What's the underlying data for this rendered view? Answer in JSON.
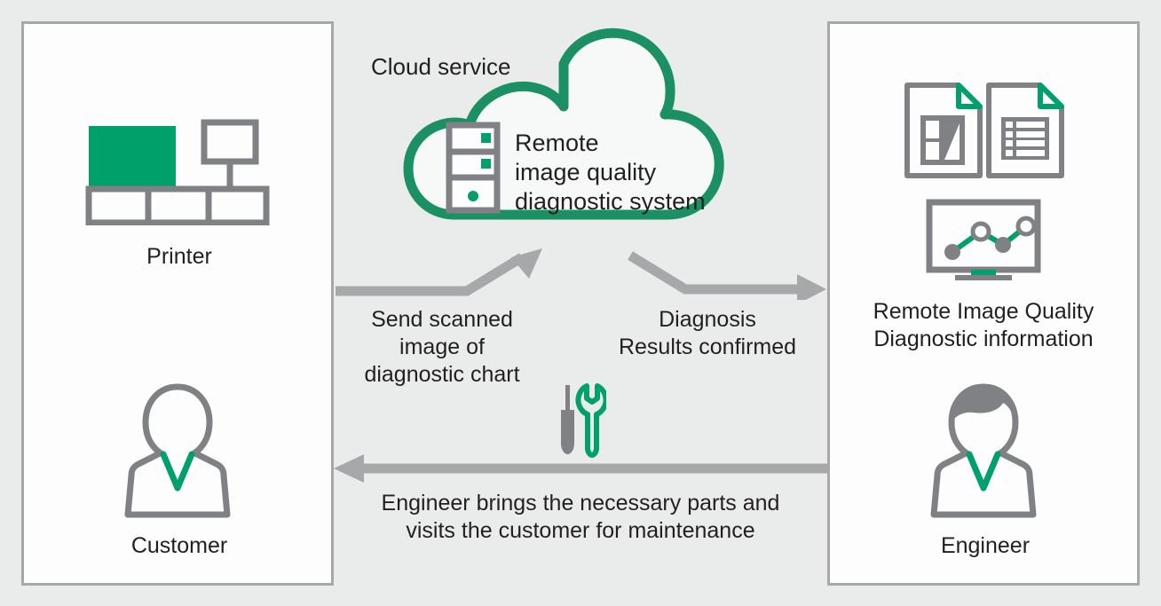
{
  "colors": {
    "background": "#eaecec",
    "panel_fill": "#fdfdfd",
    "panel_border": "#a6a8a9",
    "green": "#00a06b",
    "gray": "#808184",
    "arrow": "#a6a8a9",
    "text": "#231f20"
  },
  "left_panel": {
    "printer_caption": "Printer",
    "customer_caption": "Customer"
  },
  "cloud": {
    "label": "Cloud service",
    "system_name": "Remote\nimage quality\ndiagnostic system"
  },
  "right_panel": {
    "info_caption": "Remote Image Quality\nDiagnostic information",
    "engineer_caption": "Engineer"
  },
  "flows": {
    "send": "Send scanned\nimage of\ndiagnostic chart",
    "diagnosis": "Diagnosis\nResults confirmed",
    "maintenance": "Engineer brings the necessary parts and\nvisits the customer for maintenance"
  },
  "icons": {
    "printer": "printer-icon",
    "customer": "person-icon",
    "engineer": "person-engineer-icon",
    "server": "server-tower-icon",
    "cloud": "cloud-shape",
    "document_chart": "document-test-chart-icon",
    "document_list": "document-list-icon",
    "monitor": "monitor-line-chart-icon",
    "tools": "screwdriver-wrench-icon",
    "arrow_up": "arrow-up-right",
    "arrow_right": "arrow-right",
    "arrow_left": "arrow-left"
  }
}
